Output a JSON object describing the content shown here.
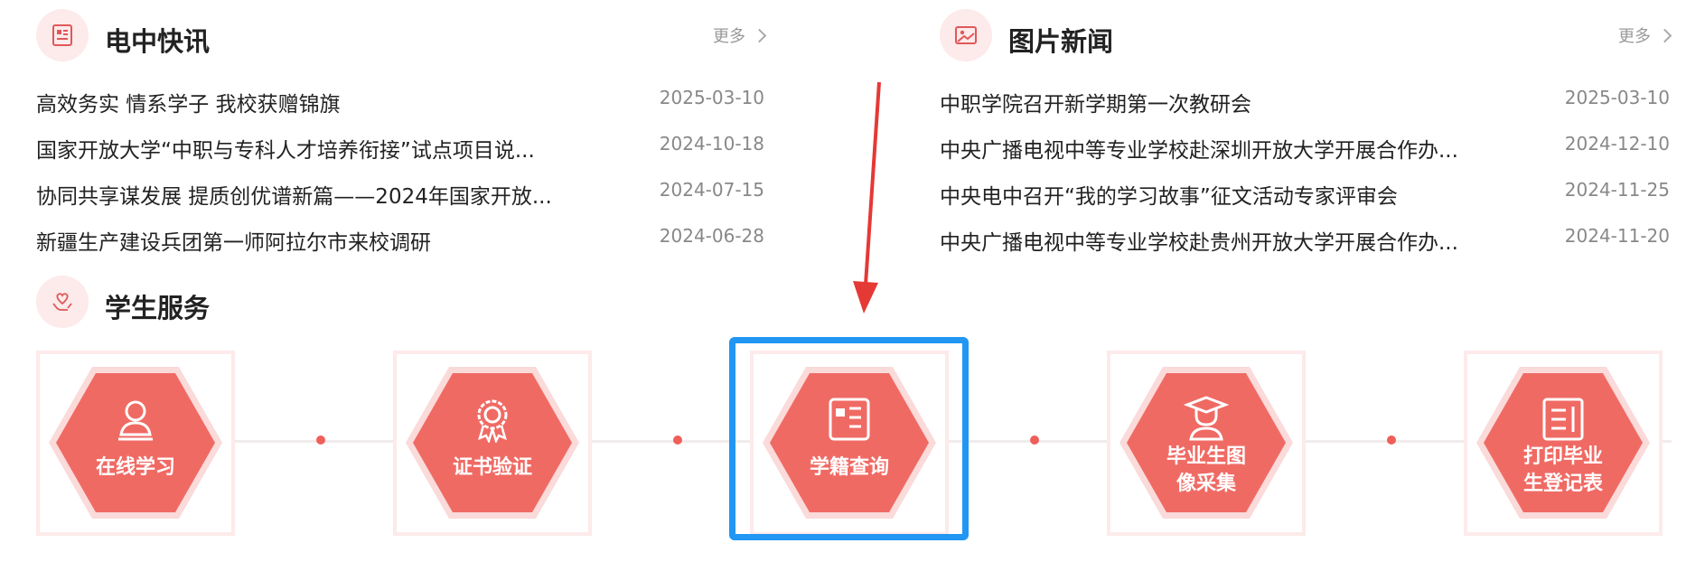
{
  "news": {
    "title": "电中快讯",
    "more": "更多",
    "items": [
      {
        "title": "高效务实 情系学子 我校获赠锦旗",
        "date": "2025-03-10"
      },
      {
        "title": "国家开放大学“中职与专科人才培养衔接”试点项目说...",
        "date": "2024-10-18"
      },
      {
        "title": "协同共享谋发展 提质创优谱新篇——2024年国家开放...",
        "date": "2024-07-15"
      },
      {
        "title": "新疆生产建设兵团第一师阿拉尔市来校调研",
        "date": "2024-06-28"
      }
    ]
  },
  "photo_news": {
    "title": "图片新闻",
    "more": "更多",
    "items": [
      {
        "title": "中职学院召开新学期第一次教研会",
        "date": "2025-03-10"
      },
      {
        "title": "中央广播电视中等专业学校赴深圳开放大学开展合作办...",
        "date": "2024-12-10"
      },
      {
        "title": "中央电中召开“我的学习故事”征文活动专家评审会",
        "date": "2024-11-25"
      },
      {
        "title": "中央广播电视中等专业学校赴贵州开放大学开展合作办...",
        "date": "2024-11-20"
      }
    ]
  },
  "services": {
    "title": "学生服务",
    "items": [
      {
        "label": "在线学习",
        "icon": "user-icon"
      },
      {
        "label": "证书验证",
        "icon": "award-icon"
      },
      {
        "label": "学籍查询",
        "icon": "student-card-icon"
      },
      {
        "label_lines": [
          "毕业生图",
          "像采集"
        ],
        "icon": "graduate-icon"
      },
      {
        "label_lines": [
          "打印毕业",
          "生登记表"
        ],
        "icon": "print-form-icon"
      }
    ]
  },
  "colors": {
    "accent": "#f06a64",
    "highlight": "#2196f3",
    "arrow": "#e53935"
  }
}
